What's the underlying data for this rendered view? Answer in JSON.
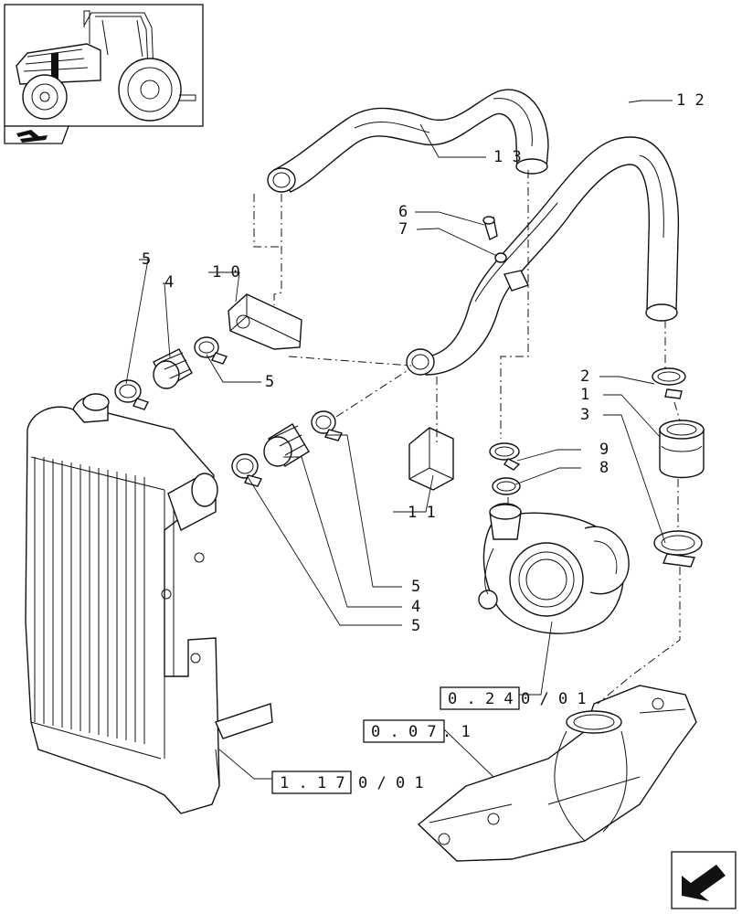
{
  "callouts": {
    "c12": "1 2",
    "c13": "1 3",
    "c10": "1 0",
    "c11": "1 1",
    "c6": "6",
    "c7": "7",
    "c5a": "5",
    "c4a": "4",
    "c5b": "5",
    "c2": "2",
    "c1": "1",
    "c3": "3",
    "c9": "9",
    "c8": "8",
    "c5c": "5",
    "c4b": "4",
    "c5d": "5"
  },
  "references": {
    "ref_024": {
      "box": "0 . 2 4",
      "suffix": "0 / 0 1"
    },
    "ref_007": {
      "box": "0 . 0 7",
      "suffix": ". 1"
    },
    "ref_117": {
      "box": "1 . 1 7",
      "suffix": "0 / 0 1"
    }
  },
  "icons": {
    "thumbnail": "tractor-thumbnail-icon",
    "section": "section-arrow-icon",
    "next": "next-page-arrow-icon"
  }
}
